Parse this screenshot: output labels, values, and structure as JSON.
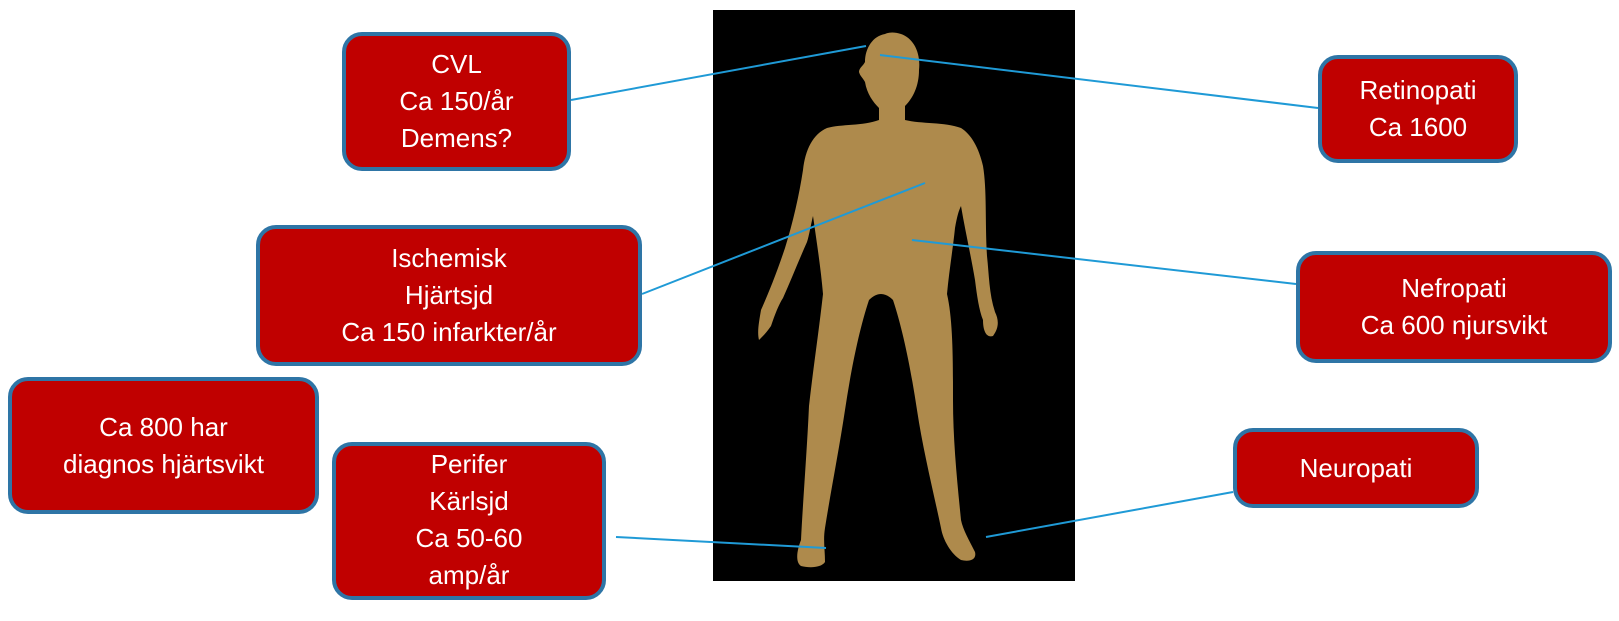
{
  "colors": {
    "box_fill": "#c00000",
    "box_border": "#2e75a6",
    "box_text": "#ffffff",
    "connector": "#1f9ad6",
    "figure_fill": "#ae8a4c",
    "figure_background": "#000000"
  },
  "figure": {
    "description_icon": "human-body-silhouette"
  },
  "boxes": {
    "cvl": {
      "lines": [
        "CVL",
        "Ca 150/år",
        "Demens?"
      ]
    },
    "ischemic": {
      "lines": [
        "Ischemisk",
        "Hjärtsjd",
        "Ca 150 infarkter/år"
      ]
    },
    "hf": {
      "lines": [
        "Ca 800 har",
        "diagnos hjärtsvikt"
      ]
    },
    "periph": {
      "lines": [
        "Perifer",
        "Kärlsjd",
        "Ca 50-60",
        "amp/år"
      ]
    },
    "retina": {
      "lines": [
        "Retinopati",
        "Ca 1600"
      ]
    },
    "nephro": {
      "lines": [
        "Nefropati",
        "Ca 600 njursvikt"
      ]
    },
    "neuro": {
      "lines": [
        "Neuropati"
      ]
    }
  }
}
